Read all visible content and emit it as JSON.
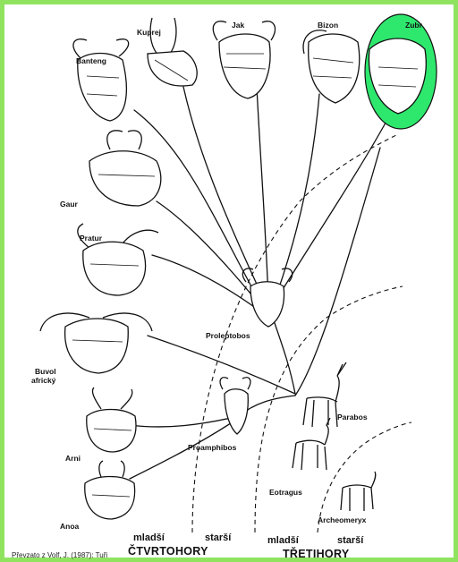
{
  "diagram": {
    "species": {
      "kuprej": "Kuprej",
      "jak": "Jak",
      "bizon": "Bizon",
      "zubr": "Zubr",
      "banteng": "Banteng",
      "gaur": "Gaur",
      "pratur": "Pratur",
      "buvol_line1": "Buvol",
      "buvol_line2": "africký",
      "arni": "Arni",
      "anoa": "Anoa"
    },
    "ancestors": {
      "proleptobos": "Proleptobos",
      "proamphibos": "Proamphibos",
      "parabos": "Parabos",
      "eotragus": "Eotragus",
      "archeomeryx": "Archeomeryx"
    },
    "eras": {
      "mladsi_1": "mladší",
      "starsi_1": "starší",
      "ctvrtohory": "ČTVRTOHORY",
      "mladsi_2": "mladší",
      "starsi_2": "starší",
      "trebitohory": "TŘETIHORY"
    },
    "credit": "Převzato z Volf, J. (1987): Tuři",
    "colors": {
      "frame": "#8fe35f",
      "zubr_highlight": "#2ee86e"
    }
  }
}
